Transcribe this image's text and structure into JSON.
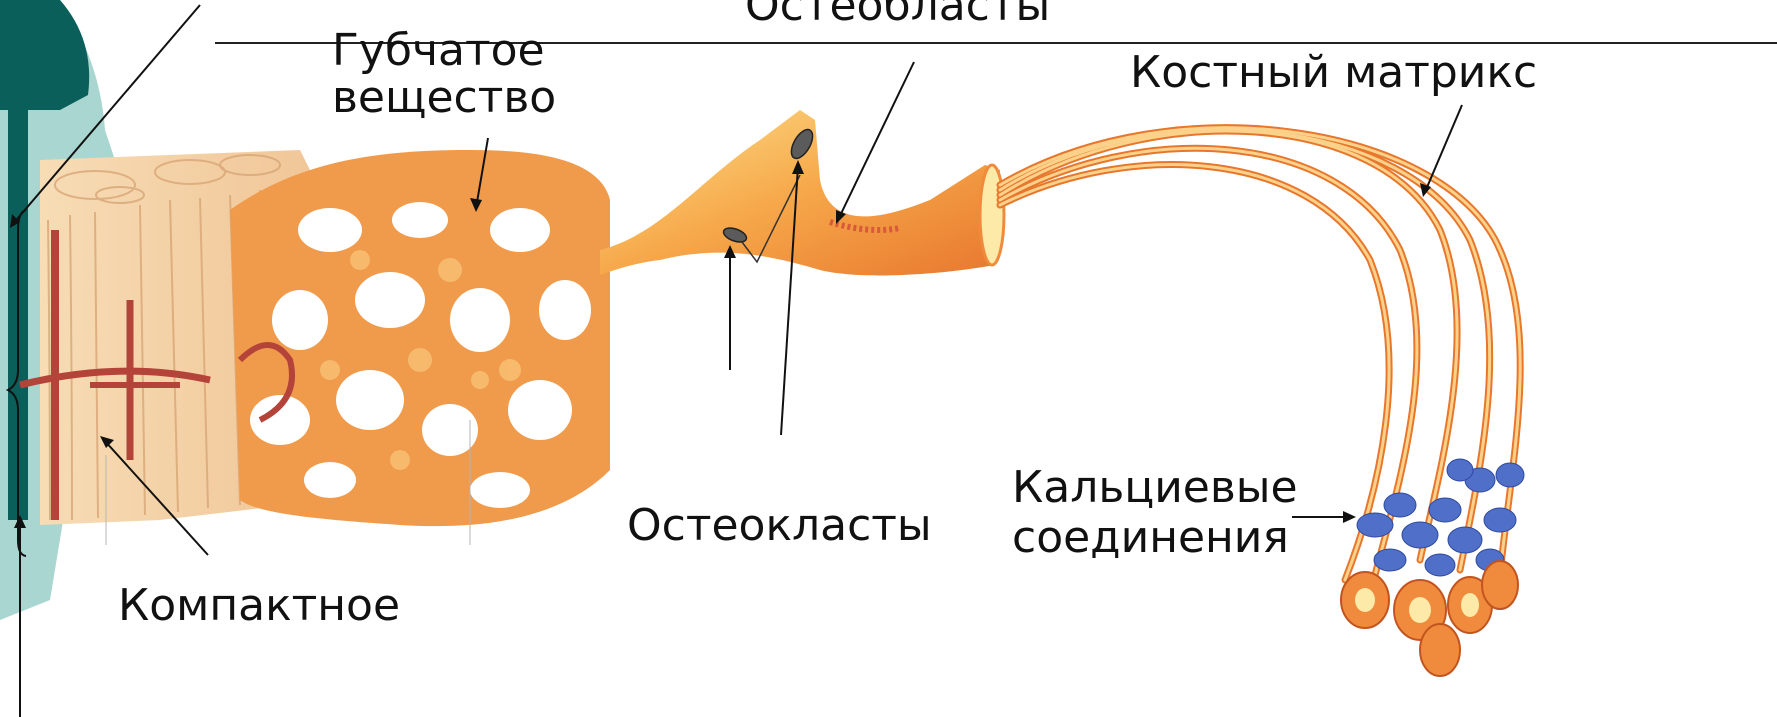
{
  "labels": {
    "osteoblasts": "Остеобласты",
    "spongy_line1": "Губчатое",
    "spongy_line2": "вещество",
    "bone_matrix": "Костный матрикс",
    "osteoclasts": "Остеокласты",
    "calcium_line1": "Кальциевые",
    "calcium_line2": "соединения",
    "compact_line1": "Компактное"
  },
  "colors": {
    "slide_accent_dark": "#0b5f5a",
    "slide_accent_light": "#a9d6d0",
    "bone_orange": "#f08a3c",
    "bone_light": "#fbd27a",
    "compact_tan": "#f4d2a6",
    "calcium_blue": "#4f6fc9",
    "cell_dark": "#555555"
  },
  "icons": [
    "slide-corner-decoration"
  ]
}
